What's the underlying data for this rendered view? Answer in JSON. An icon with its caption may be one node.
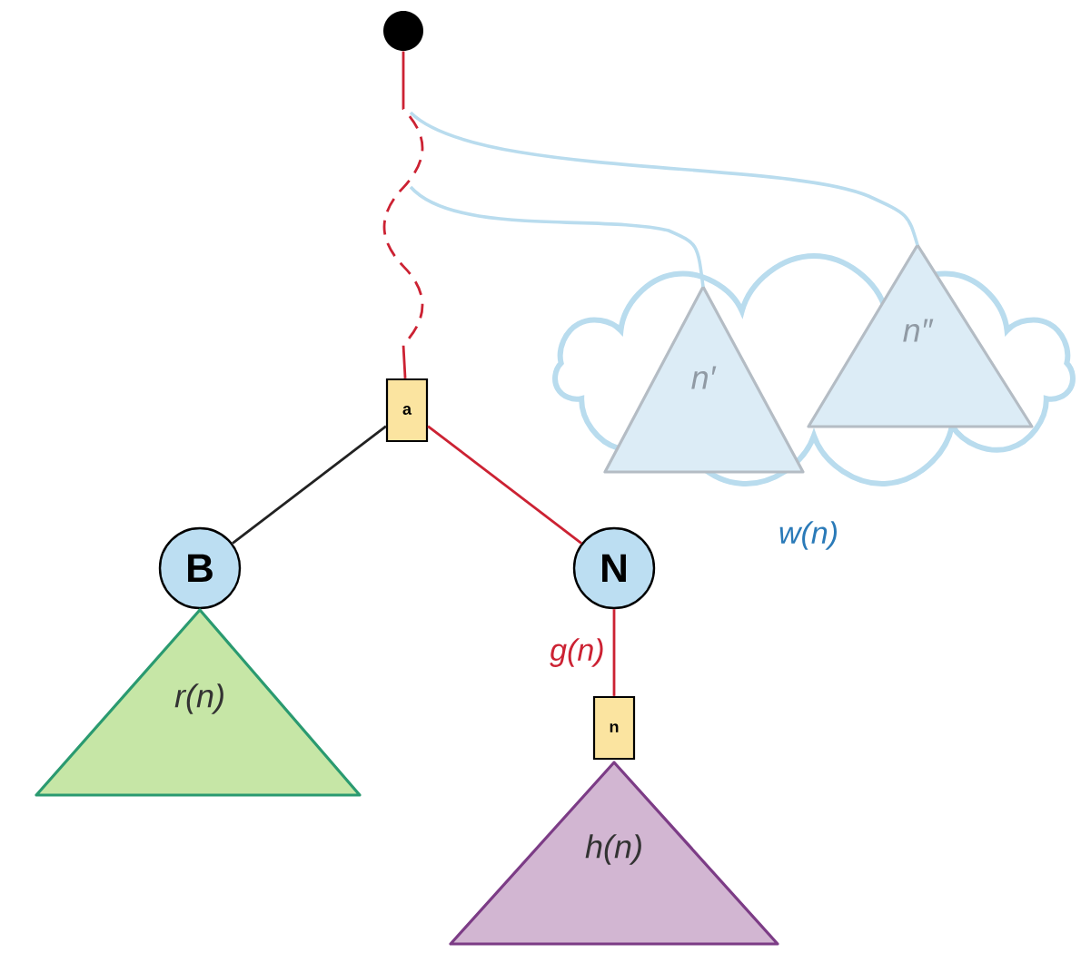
{
  "diagram": {
    "nodes": [
      {
        "text": [],
        "shape": "circle"
      },
      {
        "text": [
          "w(n)"
        ]
      },
      {
        "text": [
          "n′"
        ],
        "in": 1
      },
      {
        "text": [
          "n″"
        ],
        "in": 1
      },
      {
        "text": [
          "a"
        ]
      },
      {
        "text": [
          "B"
        ]
      },
      {
        "text": [
          "N"
        ]
      },
      {
        "text": [
          "r(n)"
        ]
      },
      {
        "text": [
          "n"
        ]
      },
      {
        "text": [
          "h(n)"
        ]
      }
    ],
    "edges": [
      {
        "from": 0,
        "to": 4,
        "arrow": "none",
        "style": "dashed",
        "color": "#cc2233"
      },
      {
        "from": null,
        "to": 2,
        "arrow": "none",
        "color": "#b9dcee"
      },
      {
        "from": null,
        "to": 3,
        "arrow": "none",
        "color": "#b9dcee"
      },
      {
        "from": 4,
        "to": 5,
        "arrow": "none",
        "color": "#222222"
      },
      {
        "from": 4,
        "to": 6,
        "arrow": "none",
        "color": "#cc2233"
      },
      {
        "from": 6,
        "to": 8,
        "arrow": "none",
        "label": "g(n)",
        "color": "#cc2233"
      }
    ]
  }
}
